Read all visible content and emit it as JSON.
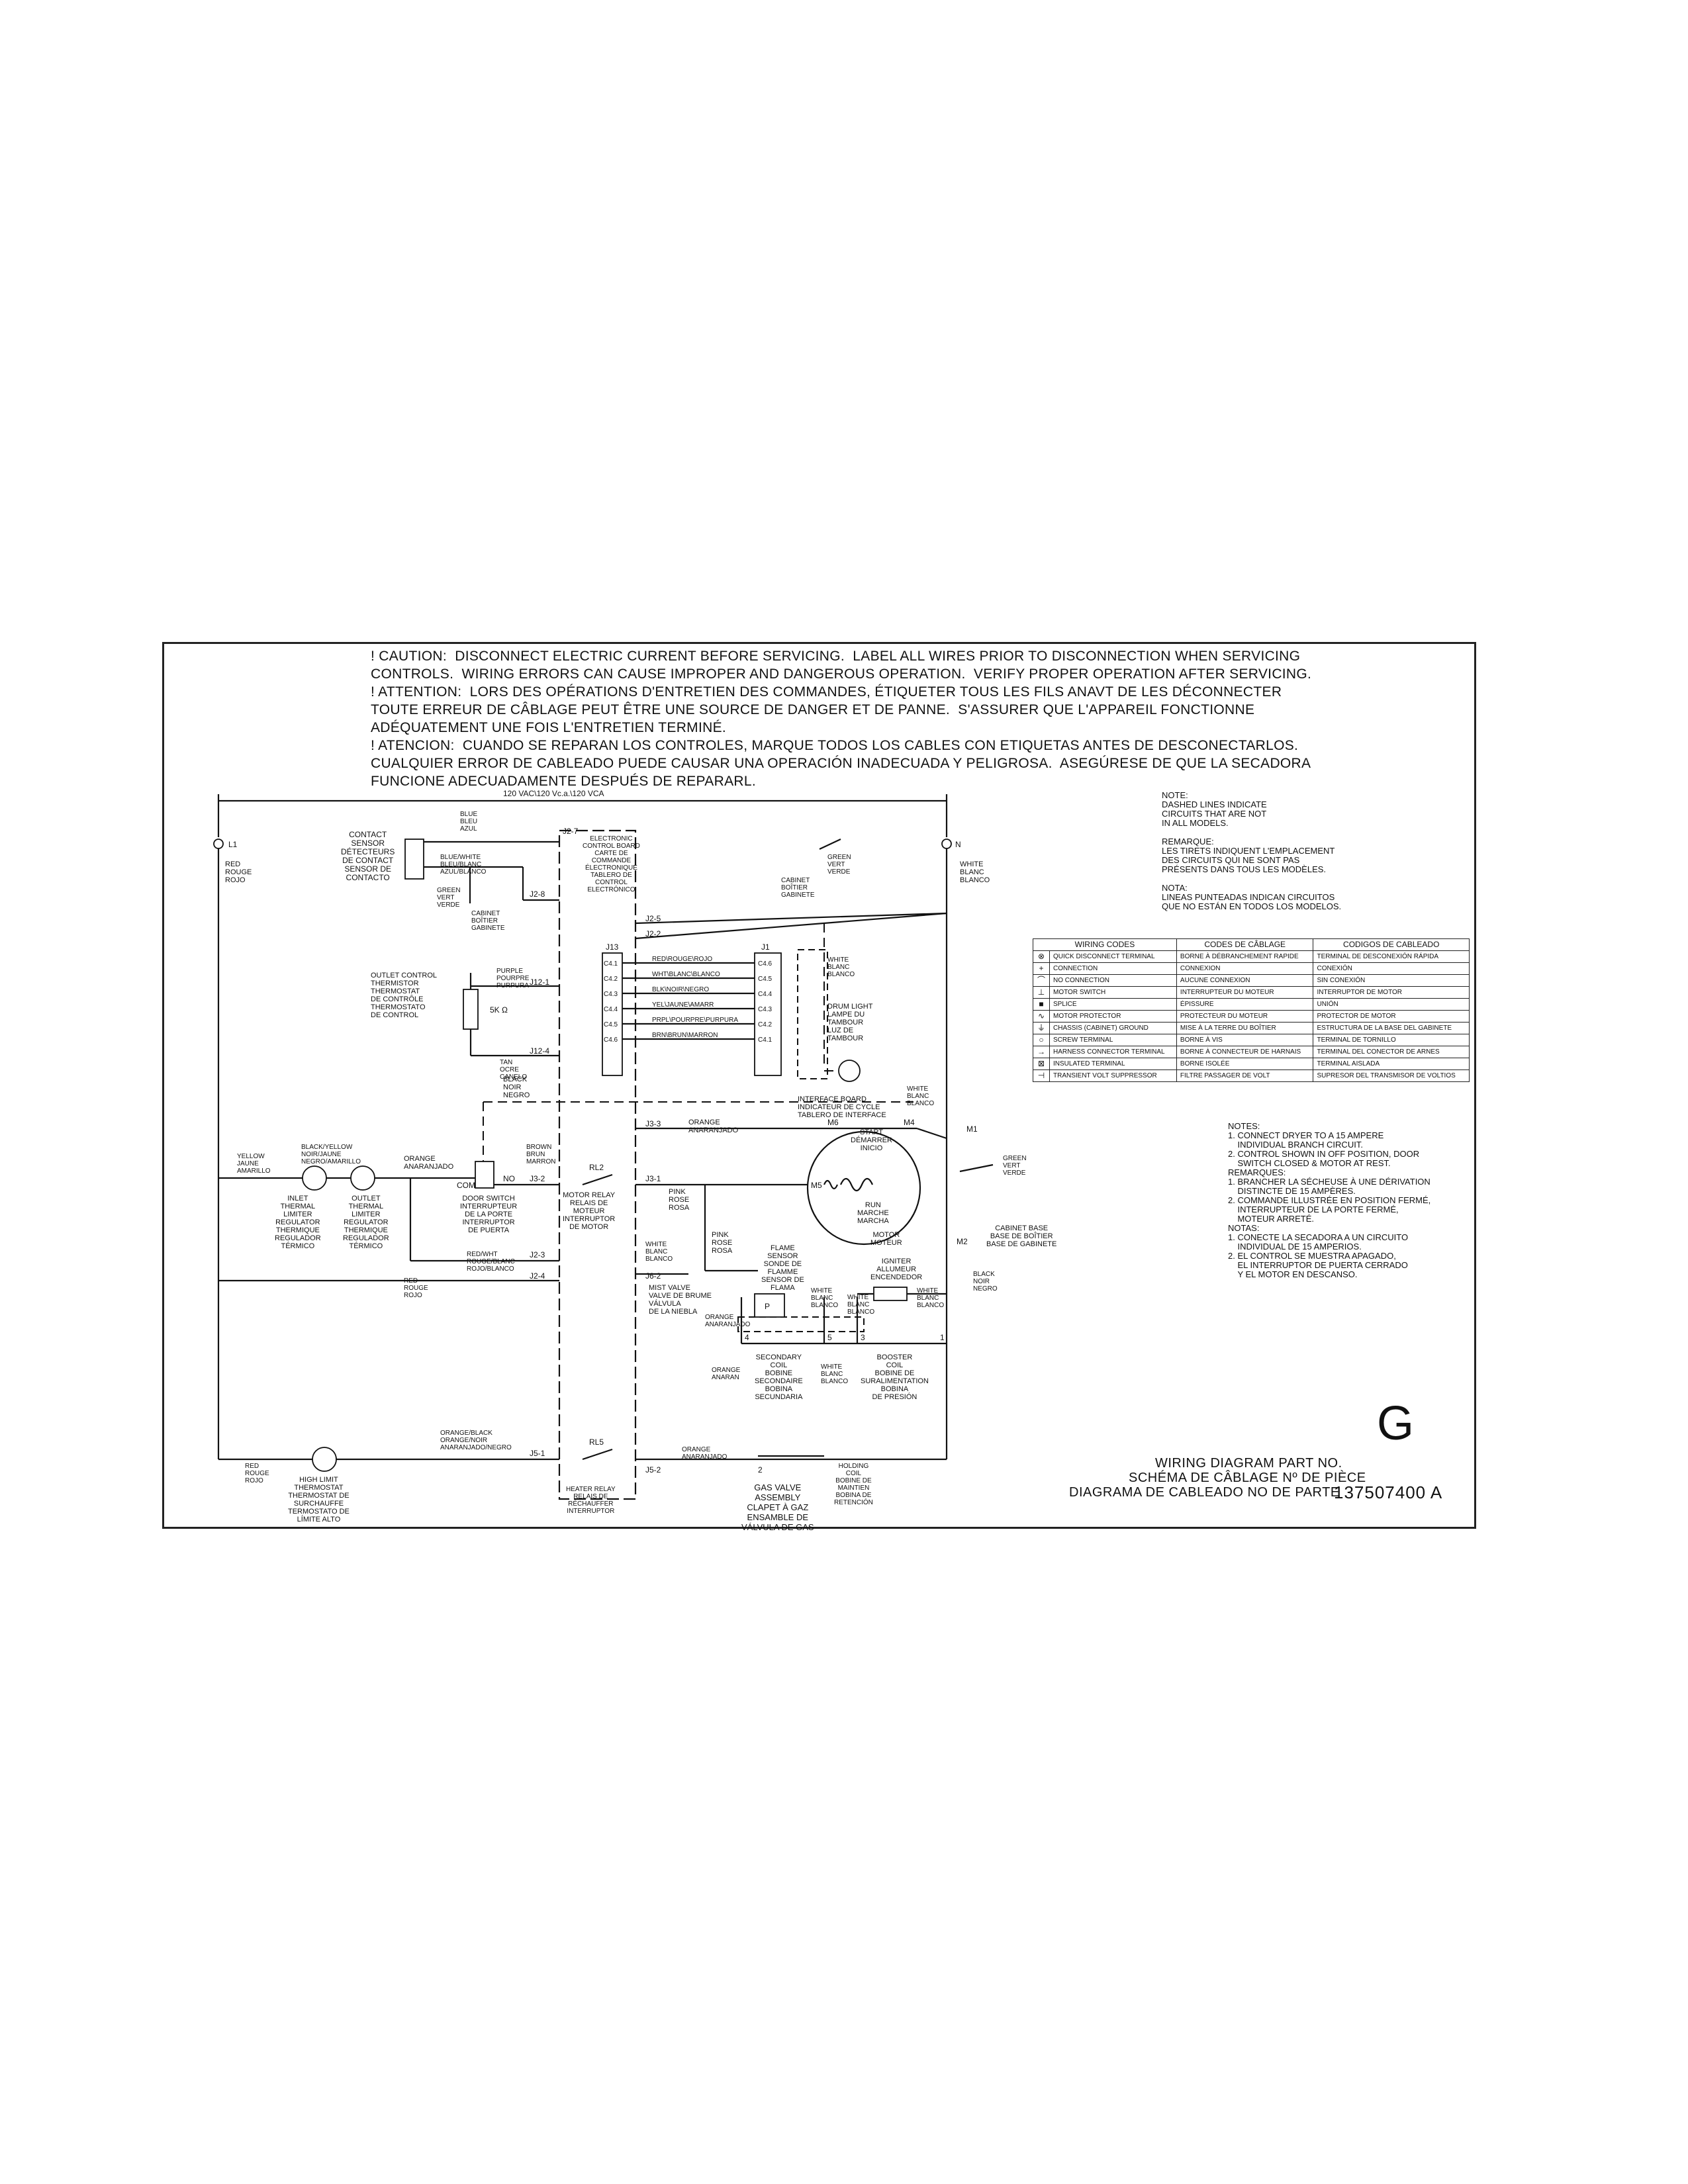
{
  "caution": {
    "en": "! CAUTION:  DISCONNECT ELECTRIC CURRENT BEFORE SERVICING.  LABEL ALL WIRES PRIOR TO DISCONNECTION WHEN SERVICING\nCONTROLS.  WIRING ERRORS CAN CAUSE IMPROPER AND DANGEROUS OPERATION.  VERIFY PROPER OPERATION AFTER SERVICING.",
    "fr": "! ATTENTION:  LORS DES OPÉRATIONS D'ENTRETIEN DES COMMANDES, ÉTIQUETER TOUS LES FILS ANAVT DE LES DÉCONNECTER\nTOUTE ERREUR DE CÂBLAGE PEUT ÊTRE UNE SOURCE DE DANGER ET DE PANNE.  S'ASSURER QUE L'APPAREIL FONCTIONNE\nADÉQUATEMENT UNE FOIS L'ENTRETIEN TERMINÉ.",
    "es": "! ATENCION:  CUANDO SE REPARAN LOS CONTROLES, MARQUE TODOS LOS CABLES CON ETIQUETAS ANTES DE DESCONECTARLOS.\nCUALQUIER ERROR DE CABLEADO PUEDE CAUSAR UNA OPERACIÓN INADECUADA Y PELIGROSA.  ASEGÚRESE DE QUE LA SECADORA\nFUNCIONE ADECUADAMENTE DESPUÉS DE REPARARL."
  },
  "dashed_note": "NOTE:\nDASHED LINES INDICATE\nCIRCUITS THAT ARE NOT\nIN ALL MODELS.\n\nREMARQUE:\nLES TIRETS INDIQUENT L'EMPLACEMENT\nDES CIRCUITS QUI NE SONT PAS\nPRÉSENTS DANS TOUS LES MODÈLES.\n\nNOTA:\nLINEAS PUNTEADAS INDICAN CIRCUITOS\nQUE NO ESTÁN EN TODOS LOS MODELOS.",
  "wiring_codes": {
    "headers": [
      "WIRING CODES",
      "CODES DE CÂBLAGE",
      "CODIGOS DE CABLEADO"
    ],
    "rows": [
      {
        "sym": "⊗",
        "en": "QUICK DISCONNECT TERMINAL",
        "fr": "BORNE À DÉBRANCHEMENT RAPIDE",
        "es": "TERMINAL DE DESCONEXIÓN RÁPIDA"
      },
      {
        "sym": "+",
        "en": "CONNECTION",
        "fr": "CONNEXION",
        "es": "CONEXIÓN"
      },
      {
        "sym": "⌒",
        "en": "NO CONNECTION",
        "fr": "AUCUNE CONNEXION",
        "es": "SIN CONEXIÓN"
      },
      {
        "sym": "⊥",
        "en": "MOTOR SWITCH",
        "fr": "INTERRUPTEUR DU MOTEUR",
        "es": "INTERRUPTOR DE MOTOR"
      },
      {
        "sym": "■",
        "en": "SPLICE",
        "fr": "ÉPISSURE",
        "es": "UNIÓN"
      },
      {
        "sym": "∿",
        "en": "MOTOR PROTECTOR",
        "fr": "PROTECTEUR DU MOTEUR",
        "es": "PROTECTOR DE MOTOR"
      },
      {
        "sym": "⏚",
        "en": "CHASSIS (CABINET) GROUND",
        "fr": "MISE À LA TERRE DU BOÎTIER",
        "es": "ESTRUCTURA DE LA BASE DEL GABINETE"
      },
      {
        "sym": "○",
        "en": "SCREW TERMINAL",
        "fr": "BORNE À VIS",
        "es": "TERMINAL DE TORNILLO"
      },
      {
        "sym": "→",
        "en": "HARNESS CONNECTOR TERMINAL",
        "fr": "BORNE À CONNECTEUR DE HARNAIS",
        "es": "TERMINAL DEL CONECTOR DE ARNES"
      },
      {
        "sym": "⊠",
        "en": "INSULATED TERMINAL",
        "fr": "BORNE ISOLÉE",
        "es": "TERMINAL AISLADA"
      },
      {
        "sym": "⊣",
        "en": "TRANSIENT VOLT SUPPRESSOR",
        "fr": "FILTRE PASSAGER DE VOLT",
        "es": "SUPRESOR DEL TRANSMISOR DE VOLTIOS"
      }
    ]
  },
  "notes": "NOTES:\n1. CONNECT DRYER TO A 15 AMPERE\n    INDIVIDUAL BRANCH CIRCUIT.\n2. CONTROL SHOWN IN OFF POSITION, DOOR\n    SWITCH CLOSED & MOTOR AT REST.\nREMARQUES:\n1. BRANCHER LA SÉCHEUSE À UNE DÉRIVATION\n    DISTINCTE DE 15 AMPÈRES.\n2. COMMANDE ILLUSTRÉE EN POSITION FERMÉ,\n    INTERRUPTEUR DE LA PORTE FERMÉ,\n    MOTEUR ARRETÉ.\nNOTAS:\n1. CONECTE LA SECADORA A UN CIRCUITO\n    INDIVIDUAL DE 15 AMPERIOS.\n2. EL CONTROL SE MUESTRA APAGADO,\n    EL INTERRUPTOR DE PUERTA CERRADO\n    Y EL MOTOR EN DESCANSO.",
  "title": {
    "line1": "WIRING DIAGRAM PART NO.",
    "line2": "SCHÉMA DE CÂBLAGE Nº DE PIÈCE",
    "line3": "DIAGRAMA DE CABLEADO NO DE PARTE",
    "part_number": "137507400  A",
    "letter": "G"
  },
  "labels": {
    "voltage": "120 VAC\\120 Vc.a.\\120 VCA",
    "l1": "L1",
    "n": "N",
    "l1_color": "RED\nROUGE\nROJO",
    "n_color": "WHITE\nBLANC\nBLANCO",
    "contact_sensor": "CONTACT\nSENSOR\nDÉTECTEURS\nDE CONTACT\nSENSOR DE\nCONTACTO",
    "sensor_blue": "BLUE\nBLEU\nAZUL",
    "sensor_bluewhite": "BLUE/WHITE\nBLEU/BLANC\nAZUL/BLANCO",
    "sensor_green": "GREEN\nVERT\nVERDE",
    "cabinet": "CABINET\nBOÎTIER\nGABINETE",
    "ecb": "ELECTRONIC\nCONTROL BOARD\nCARTE DE\nCOMMANDE\nÉLECTRONIQUE\nTABLERO DE\nCONTROL\nELECTRÓNICO",
    "j2_7": "J2-7",
    "j2_8": "J2-8",
    "j2_5": "J2-5",
    "j2_2": "J2-2",
    "j2_3": "J2-3",
    "j2_4": "J2-4",
    "j3_3": "J3-3",
    "j3_2": "J3-2",
    "j3_1": "J3-1",
    "j5_1": "J5-1",
    "j5_2": "J5-2",
    "j6_2": "J6-2",
    "j12_1": "J12-1",
    "j12_4": "J12-4",
    "j13": "J13",
    "j1": "J1",
    "outlet_thermistor": "OUTLET CONTROL\nTHERMISTOR\nTHERMOSTAT\nDE CONTRÔLE\nTHERMOSTATO\nDE CONTROL",
    "purple": "PURPLE\nPOURPRE\nPURPURA",
    "tan": "TAN\nOCRE\nCANELO",
    "five_k": "5K Ω",
    "ribbon": [
      "RED\\ROUGE\\ROJO",
      "WHT\\BLANC\\BLANCO",
      "BLK\\NOIR\\NEGRO",
      "YEL\\JAUNE\\AMARR",
      "PRPL\\POURPRE\\PURPURA",
      "BRN\\BRUN\\MARRON"
    ],
    "c4_left": [
      "C4.1",
      "C4.2",
      "C4.3",
      "C4.4",
      "C4.5",
      "C4.6"
    ],
    "c4_right": [
      "C4.6",
      "C4.5",
      "C4.4",
      "C4.3",
      "C4.2",
      "C4.1"
    ],
    "interface_board": "INTERFACE BOARD\nINDICATEUR DE CYCLE\nTABLERO DE INTERFACE",
    "drum_light_wire": "WHITE\nBLANC\nBLANCO",
    "drum_light": "DRUM LIGHT\nLAMPE DU\nTAMBOUR\nLUZ DE\nTAMBOUR",
    "cabinet_green": "GREEN\nVERT\nVERDE",
    "cabinet2": "CABINET\nBOÎTIER\nGABINETE",
    "black_top": "BLACK\nNOIR\nNEGRO",
    "yellow": "YELLOW\nJAUNE\nAMARILLO",
    "black_yellow": "BLACK/YELLOW\nNOIR/JAUNE\nNEGRO/AMARILLO",
    "orange1": "ORANGE\nANARANJADO",
    "brown": "BROWN\nBRUN\nMARRON",
    "inlet": "INLET\nTHERMAL\nLIMITER\nREGULATOR\nTHERMIQUE\nREGULADOR\nTÉRMICO",
    "outlet": "OUTLET\nTHERMAL\nLIMITER\nREGULATOR\nTHERMIQUE\nREGULADOR\nTÉRMICO",
    "door_switch": "DOOR SWITCH\nINTERRUPTEUR\nDE LA PORTE\nINTERRUPTOR\nDE PUERTA",
    "com": "COM",
    "no": "NO",
    "motor_relay": "MOTOR RELAY\nRELAIS DE\nMOTEUR\nINTERRUPTOR\nDE MOTOR",
    "rl2": "RL2",
    "rl5": "RL5",
    "red_white": "RED/WHT\nROUGE/BLANC\nROJO/BLANCO",
    "red2": "RED\nROUGE\nROJO",
    "orange_j3": "ORANGE\nANARANJADO",
    "pink1": "PINK\nROSE\nROSA",
    "pink2": "PINK\nROSE\nROSA",
    "start": "START\nDÉMARRER\nINICIO",
    "run": "RUN\nMARCHE\nMARCHA",
    "motor": "MOTOR\nMOTEUR",
    "m1": "M1",
    "m2": "M2",
    "m4": "M4",
    "m5": "M5",
    "m6": "M6",
    "white_motor": "WHITE\nBLANC\nBLANCO",
    "green_motor": "GREEN\nVERT\nVERDE",
    "cabinet_base": "CABINET BASE\nBASE DE BOÎTIER\nBASE DE GABINETE",
    "black_motor": "BLACK\nNOIR\nNEGRO",
    "white_j6": "WHITE\nBLANC\nBLANCO",
    "mist_valve": "MIST VALVE\nVALVE DE BRUME\nVÁLVULA\nDE LA NIEBLA",
    "flame_sensor": "FLAME\nSENSOR\nSONDE DE\nFLAMME\nSENSOR DE\nFLAMA",
    "white_fs": "WHITE\nBLANC\nBLANCO",
    "white_ign": "WHITE\nBLANC\nBLANCO",
    "igniter": "IGNITER\nALLUMEUR\nENCENDEDOR",
    "white_ign2": "WHITE\nBLANC\nBLANCO",
    "orange_fs": "ORANGE\nANARANJADO",
    "orange_sec": "ORANGE\nANARAN",
    "secondary_coil": "SECONDARY\nCOIL\nBOBINE\nSECONDAIRE\nBOBINA\nSECUNDARIA",
    "white_sec": "WHITE\nBLANC\nBLANCO",
    "booster_coil": "BOOSTER\nCOIL\nBOBINE DE\nSURALIMENTATION\nBOBINA\nDE PRESIÓN",
    "holding_coil": "HOLDING\nCOIL\nBOBINE DE\nMAINTIEN\nBOBINA DE\nRETENCIÓN",
    "gas_valve": "GAS VALVE\nASSEMBLY\nCLAPET À GAZ\nENSAMBLE DE\nVÁLVULA DE GAS",
    "term_1": "1",
    "term_2": "2",
    "term_3": "3",
    "term_4": "4",
    "term_5": "5",
    "orange_black": "ORANGE/BLACK\nORANGE/NOIR\nANARANJADO/NEGRO",
    "orange_j5": "ORANGE\nANARANJADO",
    "red3": "RED\nROUGE\nROJO",
    "high_limit": "HIGH LIMIT\nTHERMOSTAT\nTHERMOSTAT DE\nSURCHAUFFE\nTERMOSTATO DE\nLÍMITE ALTO",
    "heater_relay": "HEATER RELAY\nRELAIS DE\nRÉCHAUFFER\nINTERRUPTOR",
    "p_sym": "P"
  }
}
